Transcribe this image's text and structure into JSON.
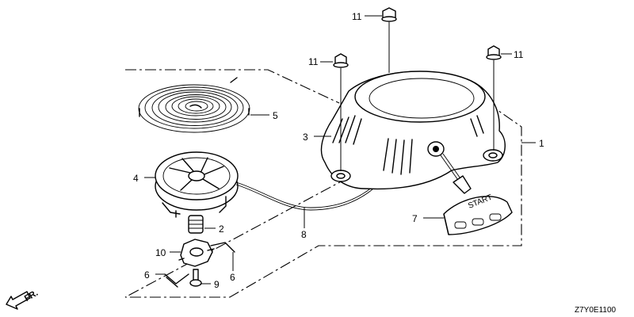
{
  "diagram": {
    "callouts": {
      "c1": "1",
      "c2": "2",
      "c3": "3",
      "c4": "4",
      "c5": "5",
      "c6a": "6",
      "c6b": "6",
      "c7": "7",
      "c8": "8",
      "c9": "9",
      "c10": "10",
      "c11a": "11",
      "c11b": "11",
      "c11c": "11"
    },
    "handle_text": "START",
    "front_label": "FR.",
    "drawing_code": "Z7Y0E1100"
  }
}
